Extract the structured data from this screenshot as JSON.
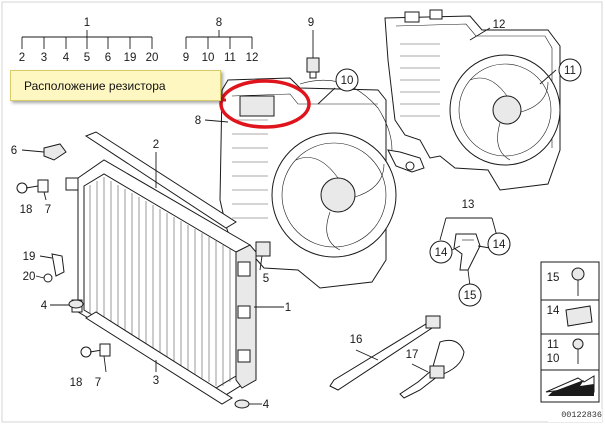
{
  "annotation": {
    "text": "Расположение резистора"
  },
  "catalog_number": "00122836",
  "group_1": {
    "top": "1",
    "items": [
      "2",
      "3",
      "4",
      "5",
      "6",
      "19",
      "20"
    ]
  },
  "group_8": {
    "top": "8",
    "items": [
      "9",
      "10",
      "11",
      "12"
    ]
  },
  "callouts": {
    "c9": "9",
    "c10": "10",
    "c8": "8",
    "c12": "12",
    "c11": "11",
    "c6": "6",
    "c2": "2",
    "c18a": "18",
    "c7a": "7",
    "c19": "19",
    "c20": "20",
    "c4a": "4",
    "c5": "5",
    "c1": "1",
    "c18b": "18",
    "c7b": "7",
    "c3": "3",
    "c4b": "4",
    "c13": "13",
    "c14a": "14",
    "c14b": "14",
    "c15": "15",
    "c16": "16",
    "c17": "17"
  },
  "legend": [
    "15",
    "14",
    "11",
    "10"
  ],
  "colors": {
    "annotation_bg": "#fff7c2",
    "highlight_ellipse": "#e0141c",
    "ink": "#1a1a1a"
  }
}
